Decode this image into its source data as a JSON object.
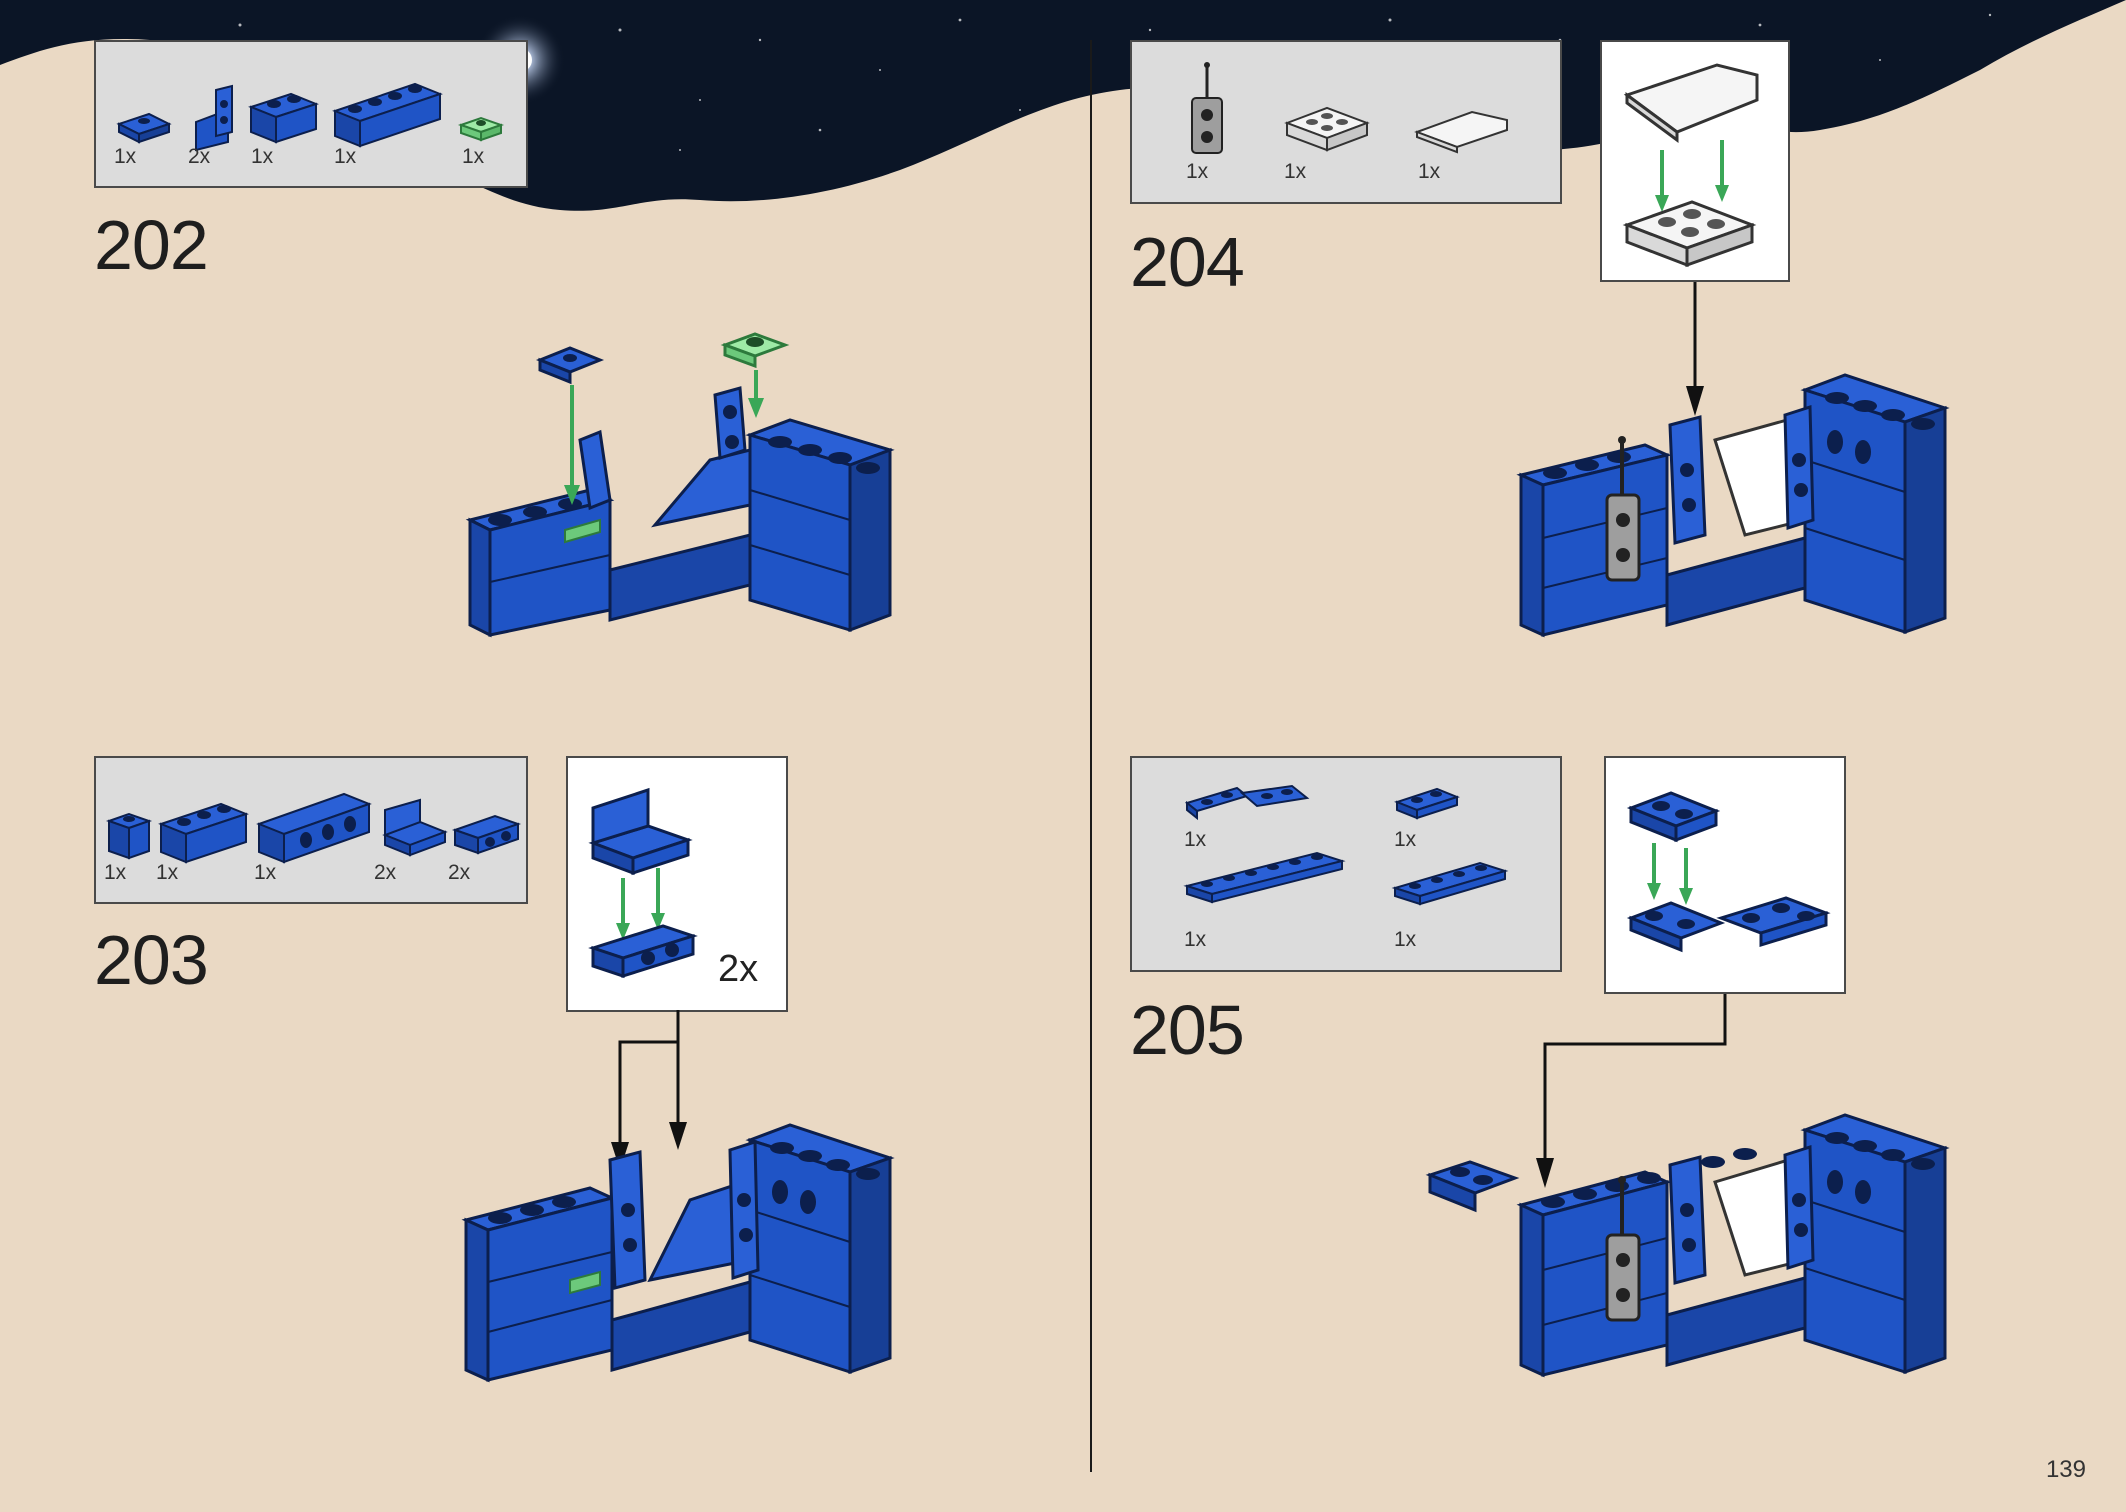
{
  "page_number": "139",
  "colors": {
    "background": "#ead9c4",
    "space": "#0a1424",
    "brick_blue": "#1f54c6",
    "brick_blue_dark": "#173f96",
    "trans_green": "#7ddb8a",
    "arrow_green": "#3aa757",
    "parts_box": "#dcdcdc"
  },
  "steps": [
    {
      "number": "202",
      "parts": [
        {
          "qty": "1x",
          "icon": "plate-clip-icon"
        },
        {
          "qty": "2x",
          "icon": "bracket-icon"
        },
        {
          "qty": "1x",
          "icon": "brick-1x2-icon"
        },
        {
          "qty": "1x",
          "icon": "brick-1x4-icon"
        },
        {
          "qty": "1x",
          "icon": "trans-green-plate-icon"
        }
      ]
    },
    {
      "number": "203",
      "parts": [
        {
          "qty": "1x",
          "icon": "brick-1x1-icon"
        },
        {
          "qty": "1x",
          "icon": "brick-1x3-icon"
        },
        {
          "qty": "1x",
          "icon": "technic-brick-1x4-icon"
        },
        {
          "qty": "2x",
          "icon": "seat-icon"
        },
        {
          "qty": "2x",
          "icon": "bracket-plate-icon"
        }
      ],
      "callout_multiplier": "2x"
    },
    {
      "number": "204",
      "parts": [
        {
          "qty": "1x",
          "icon": "antenna-radio-icon"
        },
        {
          "qty": "1x",
          "icon": "white-plate-2x2-icon"
        },
        {
          "qty": "1x",
          "icon": "white-wedge-tile-icon"
        }
      ]
    },
    {
      "number": "205",
      "parts": [
        {
          "qty": "1x",
          "icon": "hinge-plate-icon"
        },
        {
          "qty": "1x",
          "icon": "plate-1x2-icon"
        },
        {
          "qty": "1x",
          "icon": "plate-1x6-icon"
        },
        {
          "qty": "1x",
          "icon": "plate-1x4-icon"
        }
      ]
    }
  ]
}
